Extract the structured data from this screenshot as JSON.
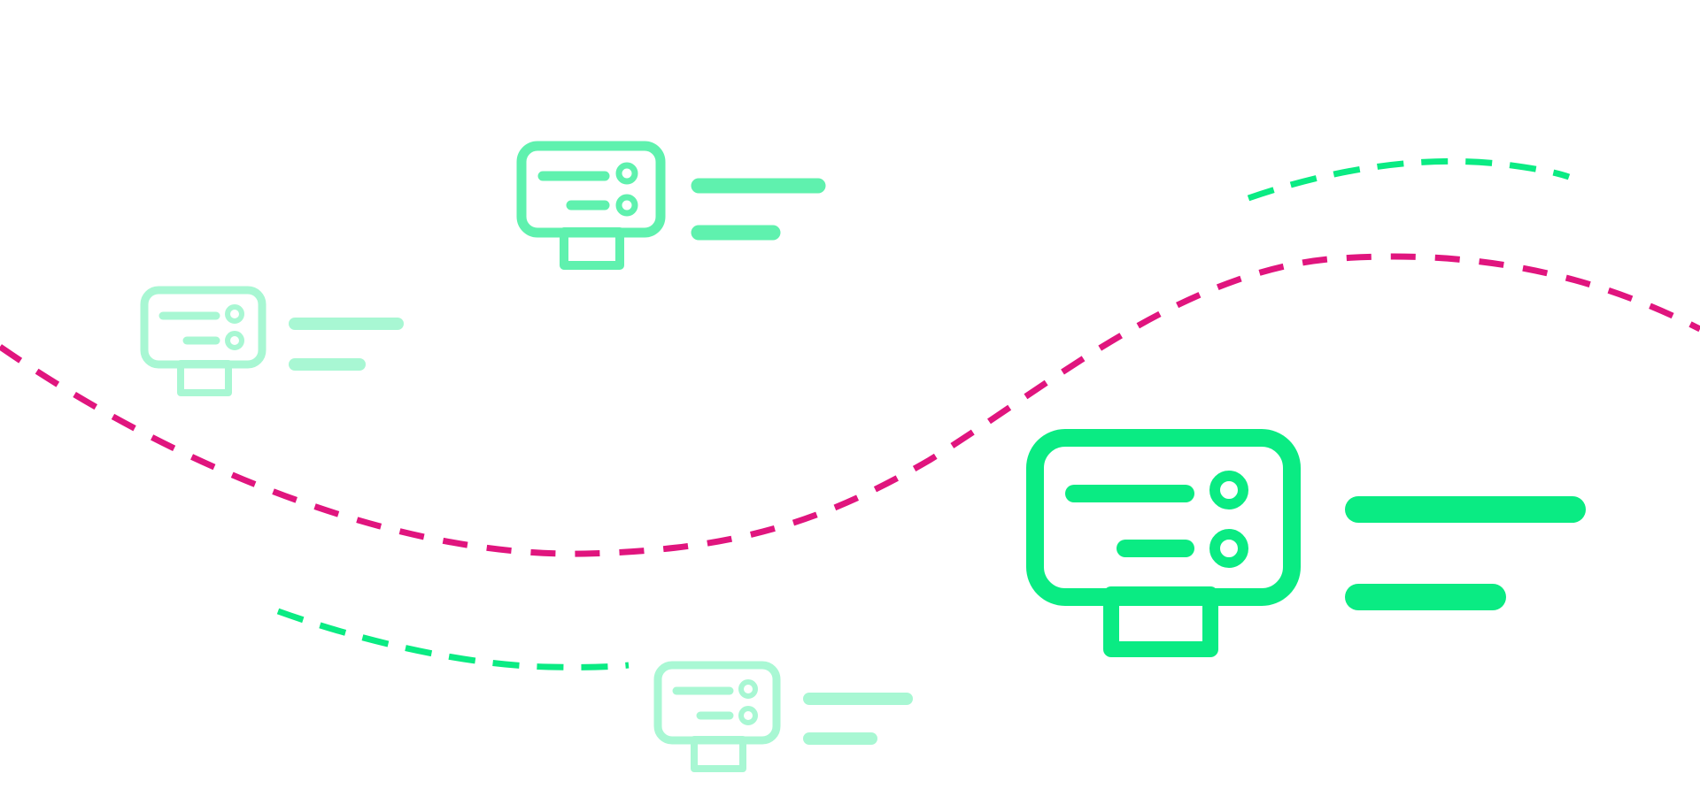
{
  "palette": {
    "background": "#ffffff",
    "accent_green": "#0aeb83",
    "magenta": "#e0157e"
  },
  "illustration": {
    "path_icon": "dashed-wave-path",
    "device_icon": "server-device-icon",
    "text_placeholder": "text-line-placeholder",
    "devices": [
      {
        "name": "device-large",
        "opacity": 1.0
      },
      {
        "name": "device-top-center",
        "opacity": 0.65
      },
      {
        "name": "device-left",
        "opacity": 0.35
      },
      {
        "name": "device-bottom",
        "opacity": 0.35
      }
    ]
  }
}
